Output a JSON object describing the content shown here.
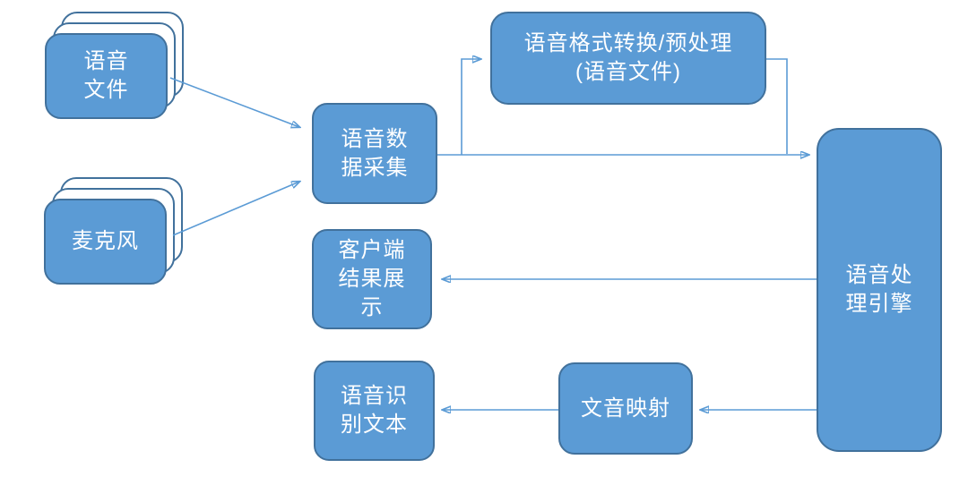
{
  "diagram": {
    "title": "speech-processing-flow-diagram",
    "colors": {
      "node_fill": "#5b9bd5",
      "node_border": "#41719c",
      "connector": "#5b9bd5",
      "text": "#ffffff",
      "background": "#ffffff"
    },
    "nodes": {
      "voice_files": {
        "label": "语音\n文件"
      },
      "microphone": {
        "label": "麦克风"
      },
      "data_collection": {
        "label": "语音数\n据采集"
      },
      "format_conversion": {
        "label": "语音格式转换/预处理\n(语音文件)"
      },
      "client_display": {
        "label": "客户端\n结果展\n示"
      },
      "recognition_text": {
        "label": "语音识\n别文本"
      },
      "text_sound_mapping": {
        "label": "文音映射"
      },
      "processing_engine": {
        "label": "语音处\n理引擎"
      }
    },
    "edges": [
      {
        "from": "voice_files",
        "to": "data_collection",
        "arrow": true
      },
      {
        "from": "microphone",
        "to": "data_collection",
        "arrow": true
      },
      {
        "from": "data_collection",
        "to": "processing_engine",
        "arrow": true
      },
      {
        "from": "data_collection",
        "to": "format_conversion",
        "arrow": true
      },
      {
        "from": "format_conversion",
        "to": "processing_engine",
        "arrow": false
      },
      {
        "from": "processing_engine",
        "to": "client_display",
        "arrow": true
      },
      {
        "from": "processing_engine",
        "to": "text_sound_mapping",
        "arrow": true
      },
      {
        "from": "text_sound_mapping",
        "to": "recognition_text",
        "arrow": true
      }
    ]
  }
}
